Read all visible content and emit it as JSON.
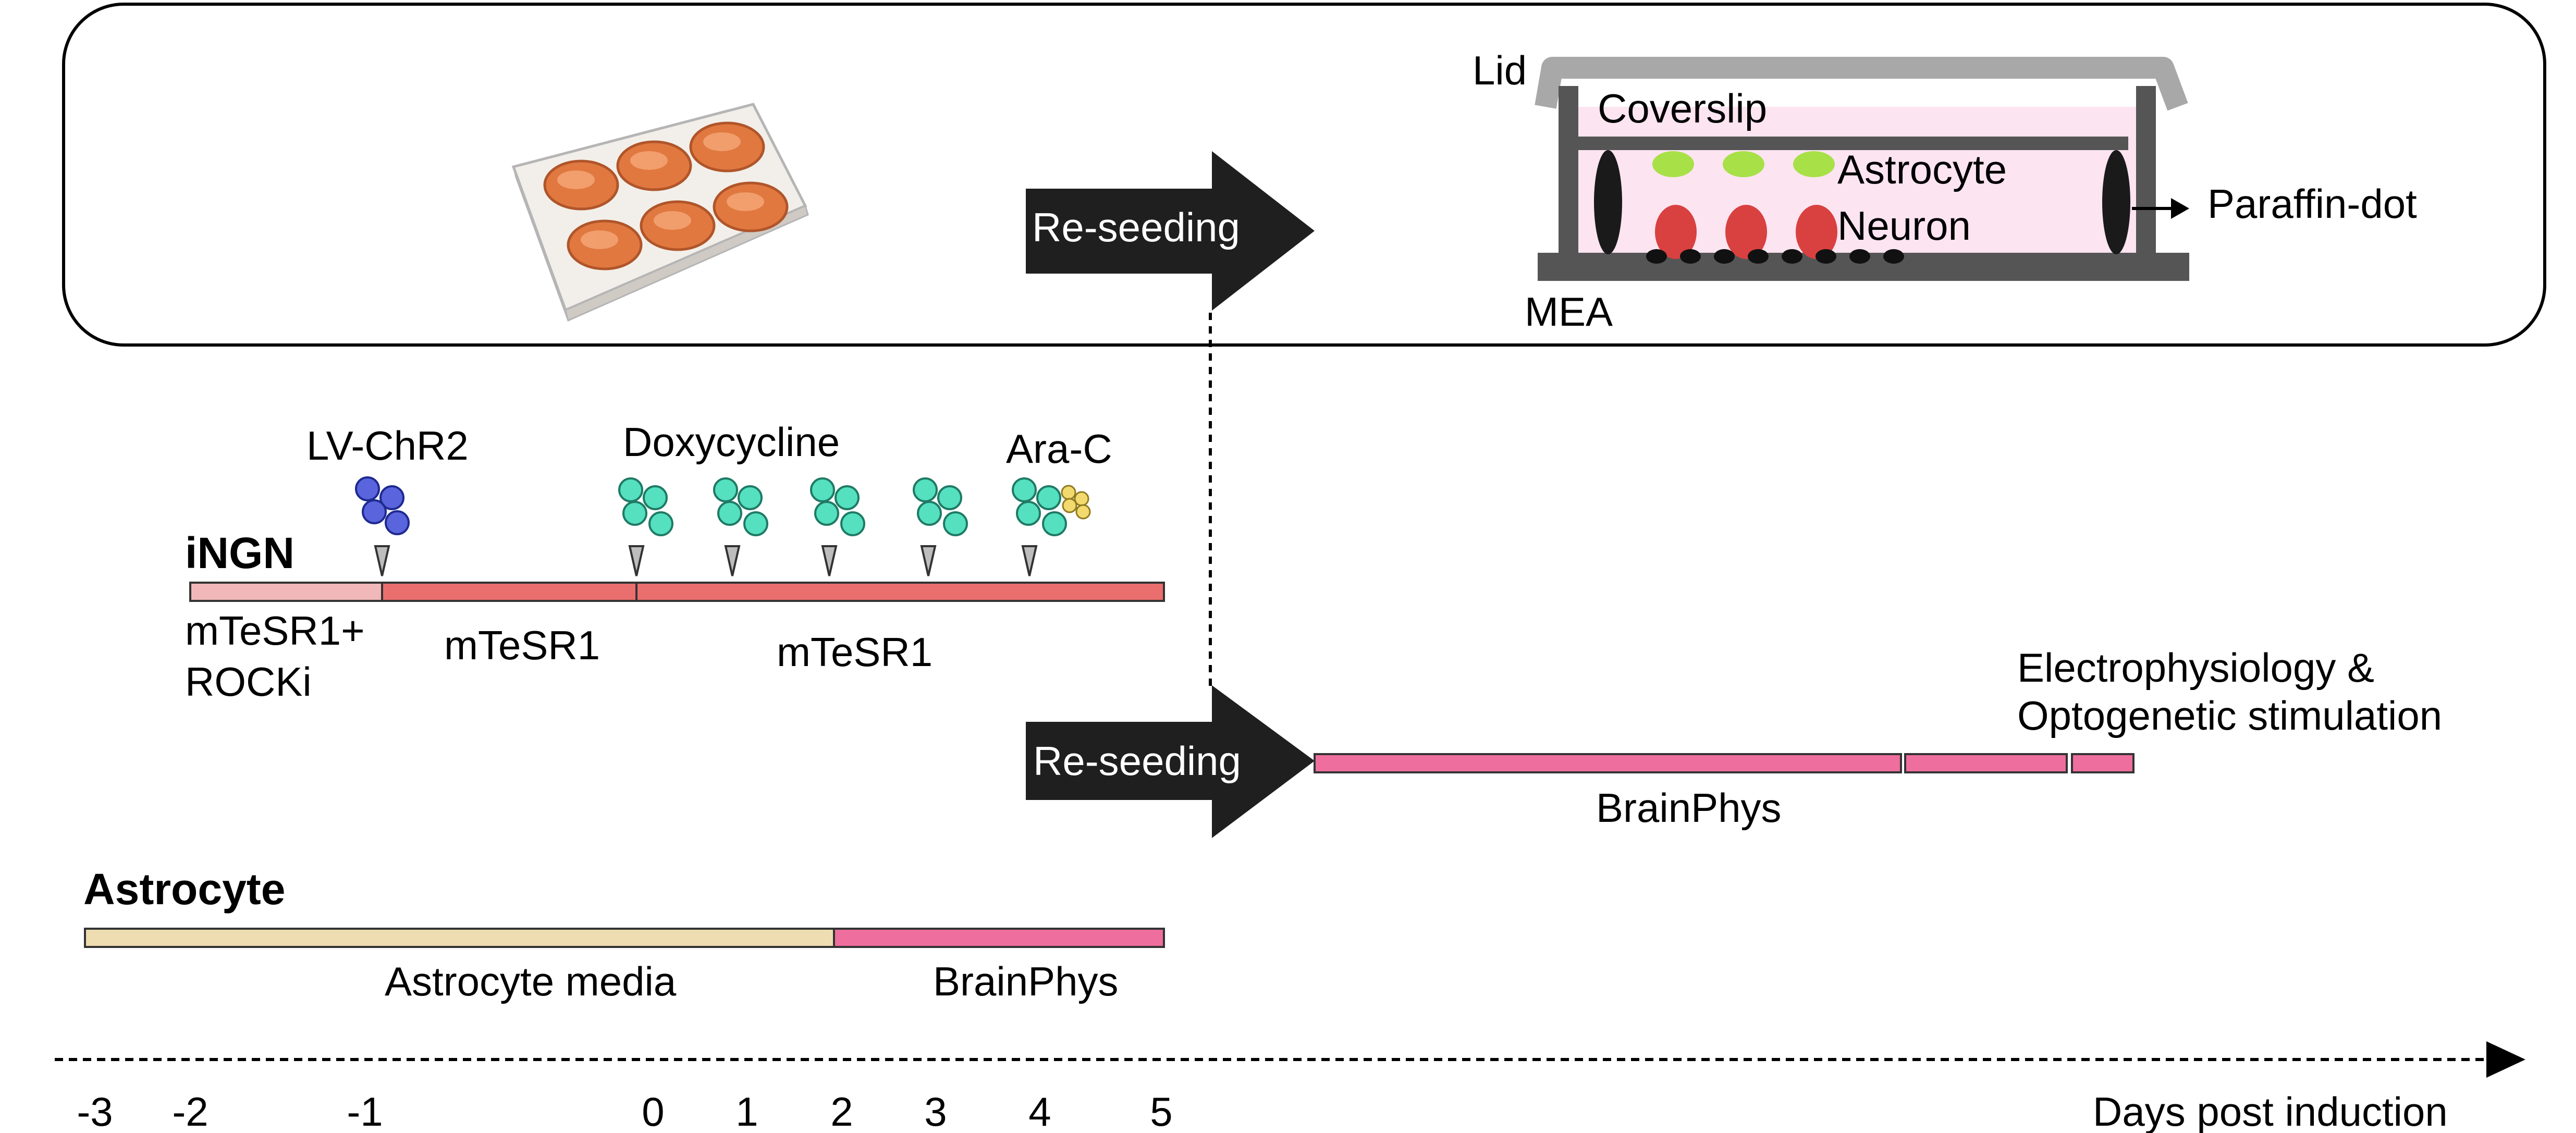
{
  "top_panel": {
    "reseeding_label": "Re-seeding",
    "labels": {
      "lid": "Lid",
      "coverslip": "Coverslip",
      "astrocyte": "Astrocyte",
      "neuron": "Neuron",
      "paraffin": "Paraffin-dot",
      "mea": "MEA"
    }
  },
  "ingn": {
    "title": "iNGN",
    "treatments": {
      "lv": "LV-ChR2",
      "dox": "Doxycycline",
      "arac": "Ara-C"
    },
    "media": {
      "rocki_line1": "mTeSR1+",
      "rocki_line2": "ROCKi",
      "m1": "mTeSR1",
      "m2": "mTeSR1"
    }
  },
  "coculture": {
    "reseeding_label": "Re-seeding",
    "medium": "BrainPhys",
    "readout_line1": "Electrophysiology &",
    "readout_line2": "Optogenetic stimulation"
  },
  "astrocyte": {
    "title": "Astrocyte",
    "media1": "Astrocyte media",
    "media2": "BrainPhys"
  },
  "timeline": {
    "days": [
      "-3",
      "-2",
      "-1",
      "0",
      "1",
      "2",
      "3",
      "4",
      "5"
    ],
    "axis_label": "Days post induction"
  },
  "colors": {
    "rocki_bar": "#F0B8B8",
    "mtesr_bar": "#EB6E6E",
    "brainphys_bar": "#EE6E9E",
    "astro_media_bar": "#EEDDB0",
    "lv_particle": "#5A64DC",
    "dox_particle": "#55E0C0",
    "arac_particle": "#F2DA6E",
    "astro_cell": "#A8E048",
    "neuron_cell": "#D94040",
    "dish_fill": "#E07840",
    "chamber_fill": "#FCE4F0",
    "arrow_fill": "#1F1F1F",
    "frame_gray": "#555555",
    "lid_gray": "#A8A8A8"
  }
}
